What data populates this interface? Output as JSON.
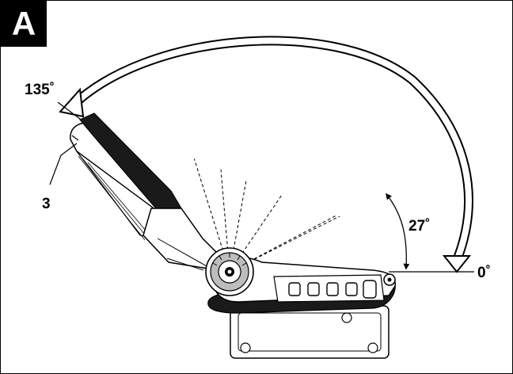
{
  "figure": {
    "letter": "A",
    "labels": {
      "angle_max": "135˚",
      "angle_mid": "27˚",
      "angle_zero": "0˚",
      "callout": "3"
    }
  },
  "colors": {
    "ink": "#000000",
    "body_fill": "#ffffff",
    "hinge_fill": "#bdbdbd",
    "dark_fill": "#1a1a1a"
  }
}
